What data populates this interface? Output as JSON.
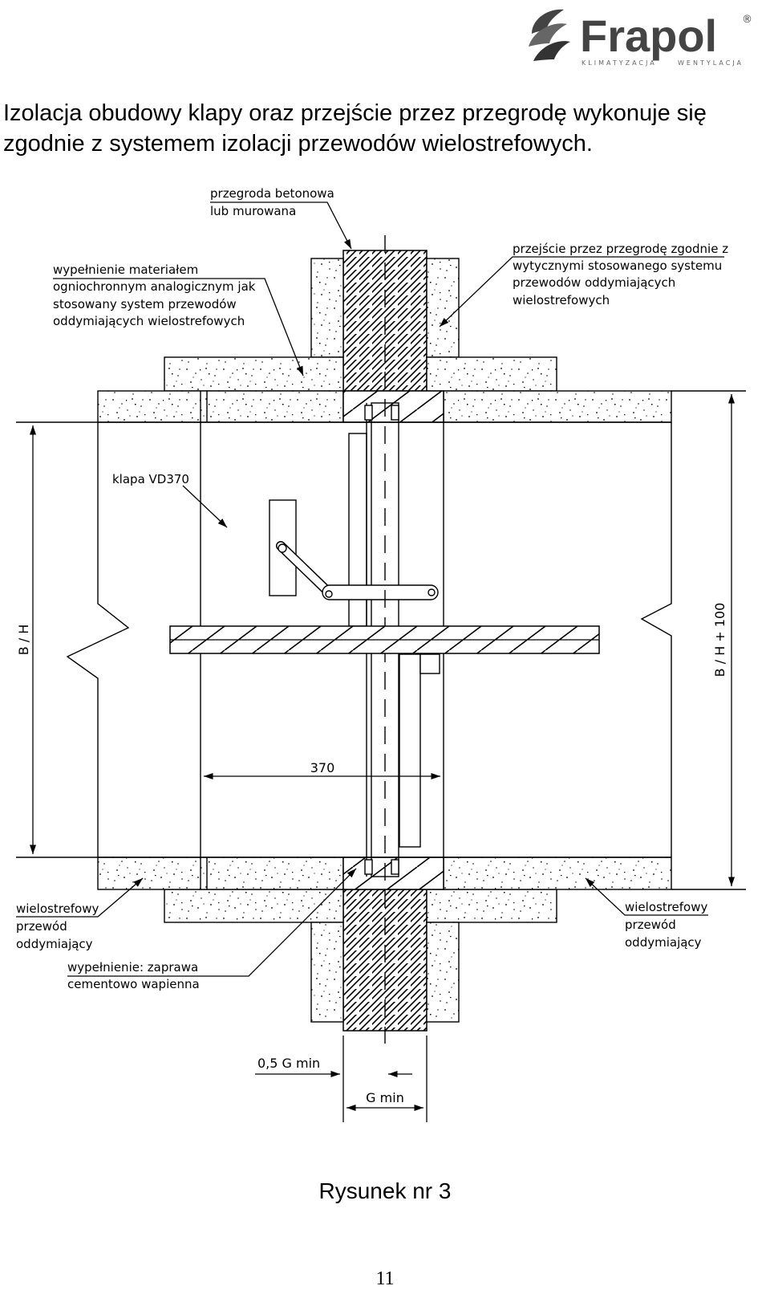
{
  "logo": {
    "brand": "Frapol",
    "tagline_left": "KLIMATYZACJA",
    "tagline_right": "WENTYLACJA",
    "registered_mark": "®"
  },
  "heading": {
    "line1": "Izolacja obudowy klapy oraz przejście przez przegrodę wykonuje się",
    "line2": "zgodnie z systemem izolacji przewodów wielostrefowych."
  },
  "labels": {
    "partition_1": "przegroda betonowa",
    "partition_2": "lub murowana",
    "fill_1": "wypełnienie materiałem",
    "fill_2": "ogniochronnym analogicznym jak",
    "fill_3": "stosowany system przewodów",
    "fill_4": "oddymiających wielostrefowych",
    "passage_1": "przejście przez przegrodę zgodnie z",
    "passage_2": "wytycznymi stosowanego systemu",
    "passage_3": "przewodów oddymiających",
    "passage_4": "wielostrefowych",
    "damper": "klapa VD370",
    "duct_left_1": "wielostrefowy",
    "duct_left_2": "przewód",
    "duct_left_3": "oddymiający",
    "duct_right_1": "wielostrefowy",
    "duct_right_2": "przewód",
    "duct_right_3": "oddymiający",
    "mortar_1": "wypełnienie: zaprawa",
    "mortar_2": "cementowo wapienna"
  },
  "dimensions": {
    "height_left": "B / H",
    "height_right": "B / H + 100",
    "length": "370",
    "half_gap": "0,5 G min",
    "gap": "G min"
  },
  "caption": "Rysunek nr 3",
  "page_number": "11"
}
